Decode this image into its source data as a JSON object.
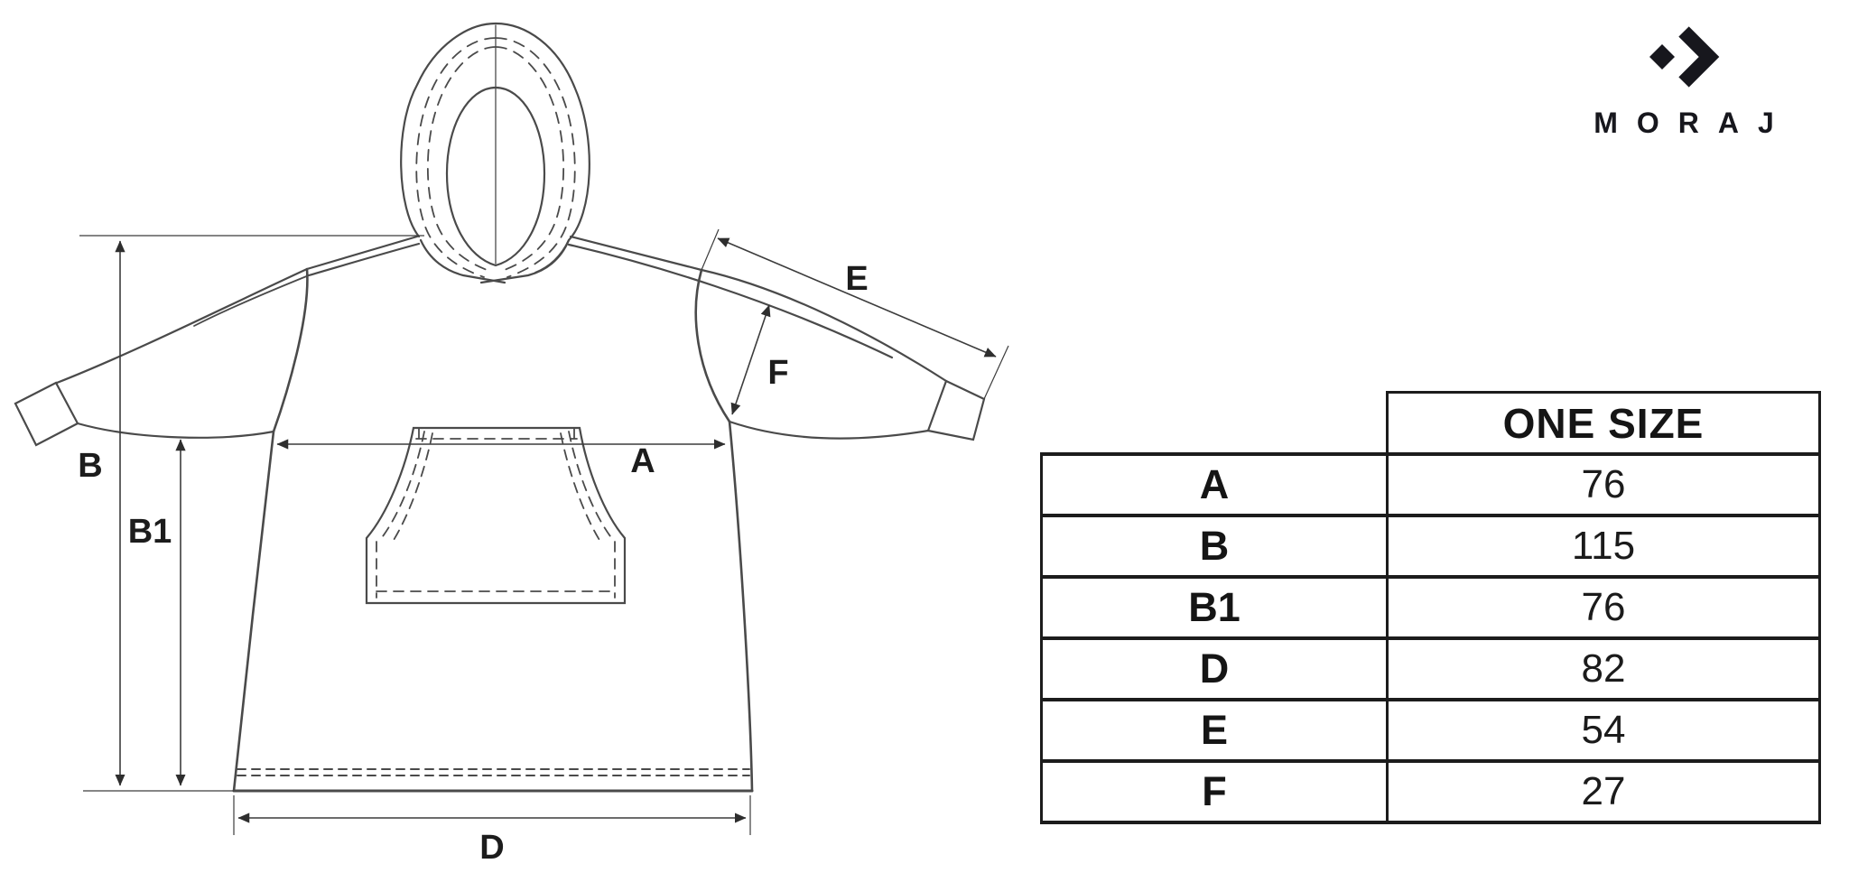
{
  "brand": {
    "name": "MORAJ"
  },
  "diagram": {
    "description": "hoodie-measurement-drawing",
    "labels": {
      "A": "A",
      "B": "B",
      "B1": "B1",
      "D": "D",
      "E": "E",
      "F": "F"
    }
  },
  "size_table": {
    "header": "ONE SIZE",
    "rows": [
      {
        "label": "A",
        "value": "76"
      },
      {
        "label": "B",
        "value": "115"
      },
      {
        "label": "B1",
        "value": "76"
      },
      {
        "label": "D",
        "value": "82"
      },
      {
        "label": "E",
        "value": "54"
      },
      {
        "label": "F",
        "value": "27"
      }
    ]
  },
  "colors": {
    "background": "#ffffff",
    "table_header_bg": "#c3c3c3",
    "table_border": "#1c1c1c",
    "drawing_line": "#4a4a4a",
    "logo": "#17171d"
  }
}
